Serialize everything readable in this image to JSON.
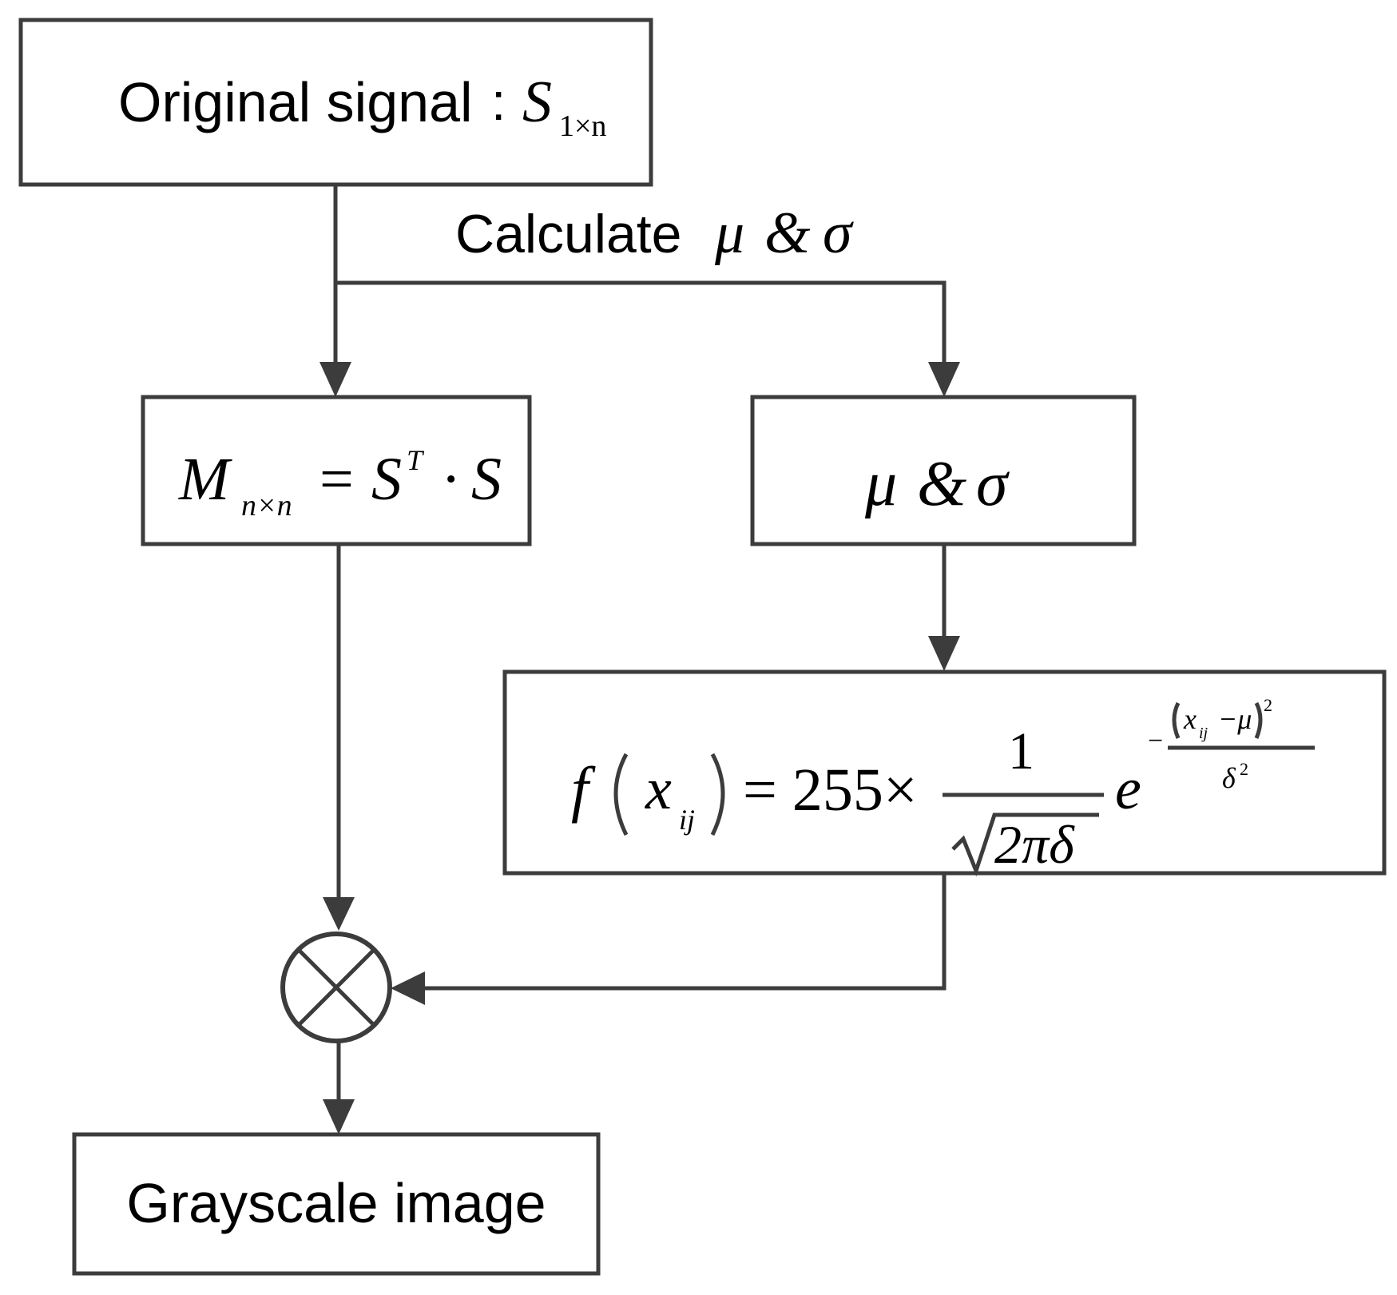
{
  "nodes": {
    "original": {
      "label": "Original signal",
      "colon": ":",
      "symbol": "S",
      "subscript": "1×n"
    },
    "calc_label": {
      "text": "Calculate",
      "mu": "μ",
      "amp": "&",
      "sigma": "σ"
    },
    "matrix": {
      "M": "M",
      "sub": "n×n",
      "eq": "=",
      "S": "S",
      "T": "T",
      "dot": "·",
      "S2": "S"
    },
    "musigma": {
      "mu": "μ",
      "amp": "&",
      "sigma": "σ"
    },
    "gauss": {
      "f": "f",
      "x": "x",
      "ij": "ij",
      "eq": "= 255×",
      "num": "1",
      "den": "2πδ",
      "e": "e",
      "minus": "−",
      "exp_x": "x",
      "exp_ij": "ij",
      "exp_mu": "−μ",
      "exp_sq": "2",
      "exp_delta": "δ",
      "exp_dsq": "2"
    },
    "multiply_symbol": "⊗",
    "output": {
      "label": "Grayscale image"
    }
  }
}
